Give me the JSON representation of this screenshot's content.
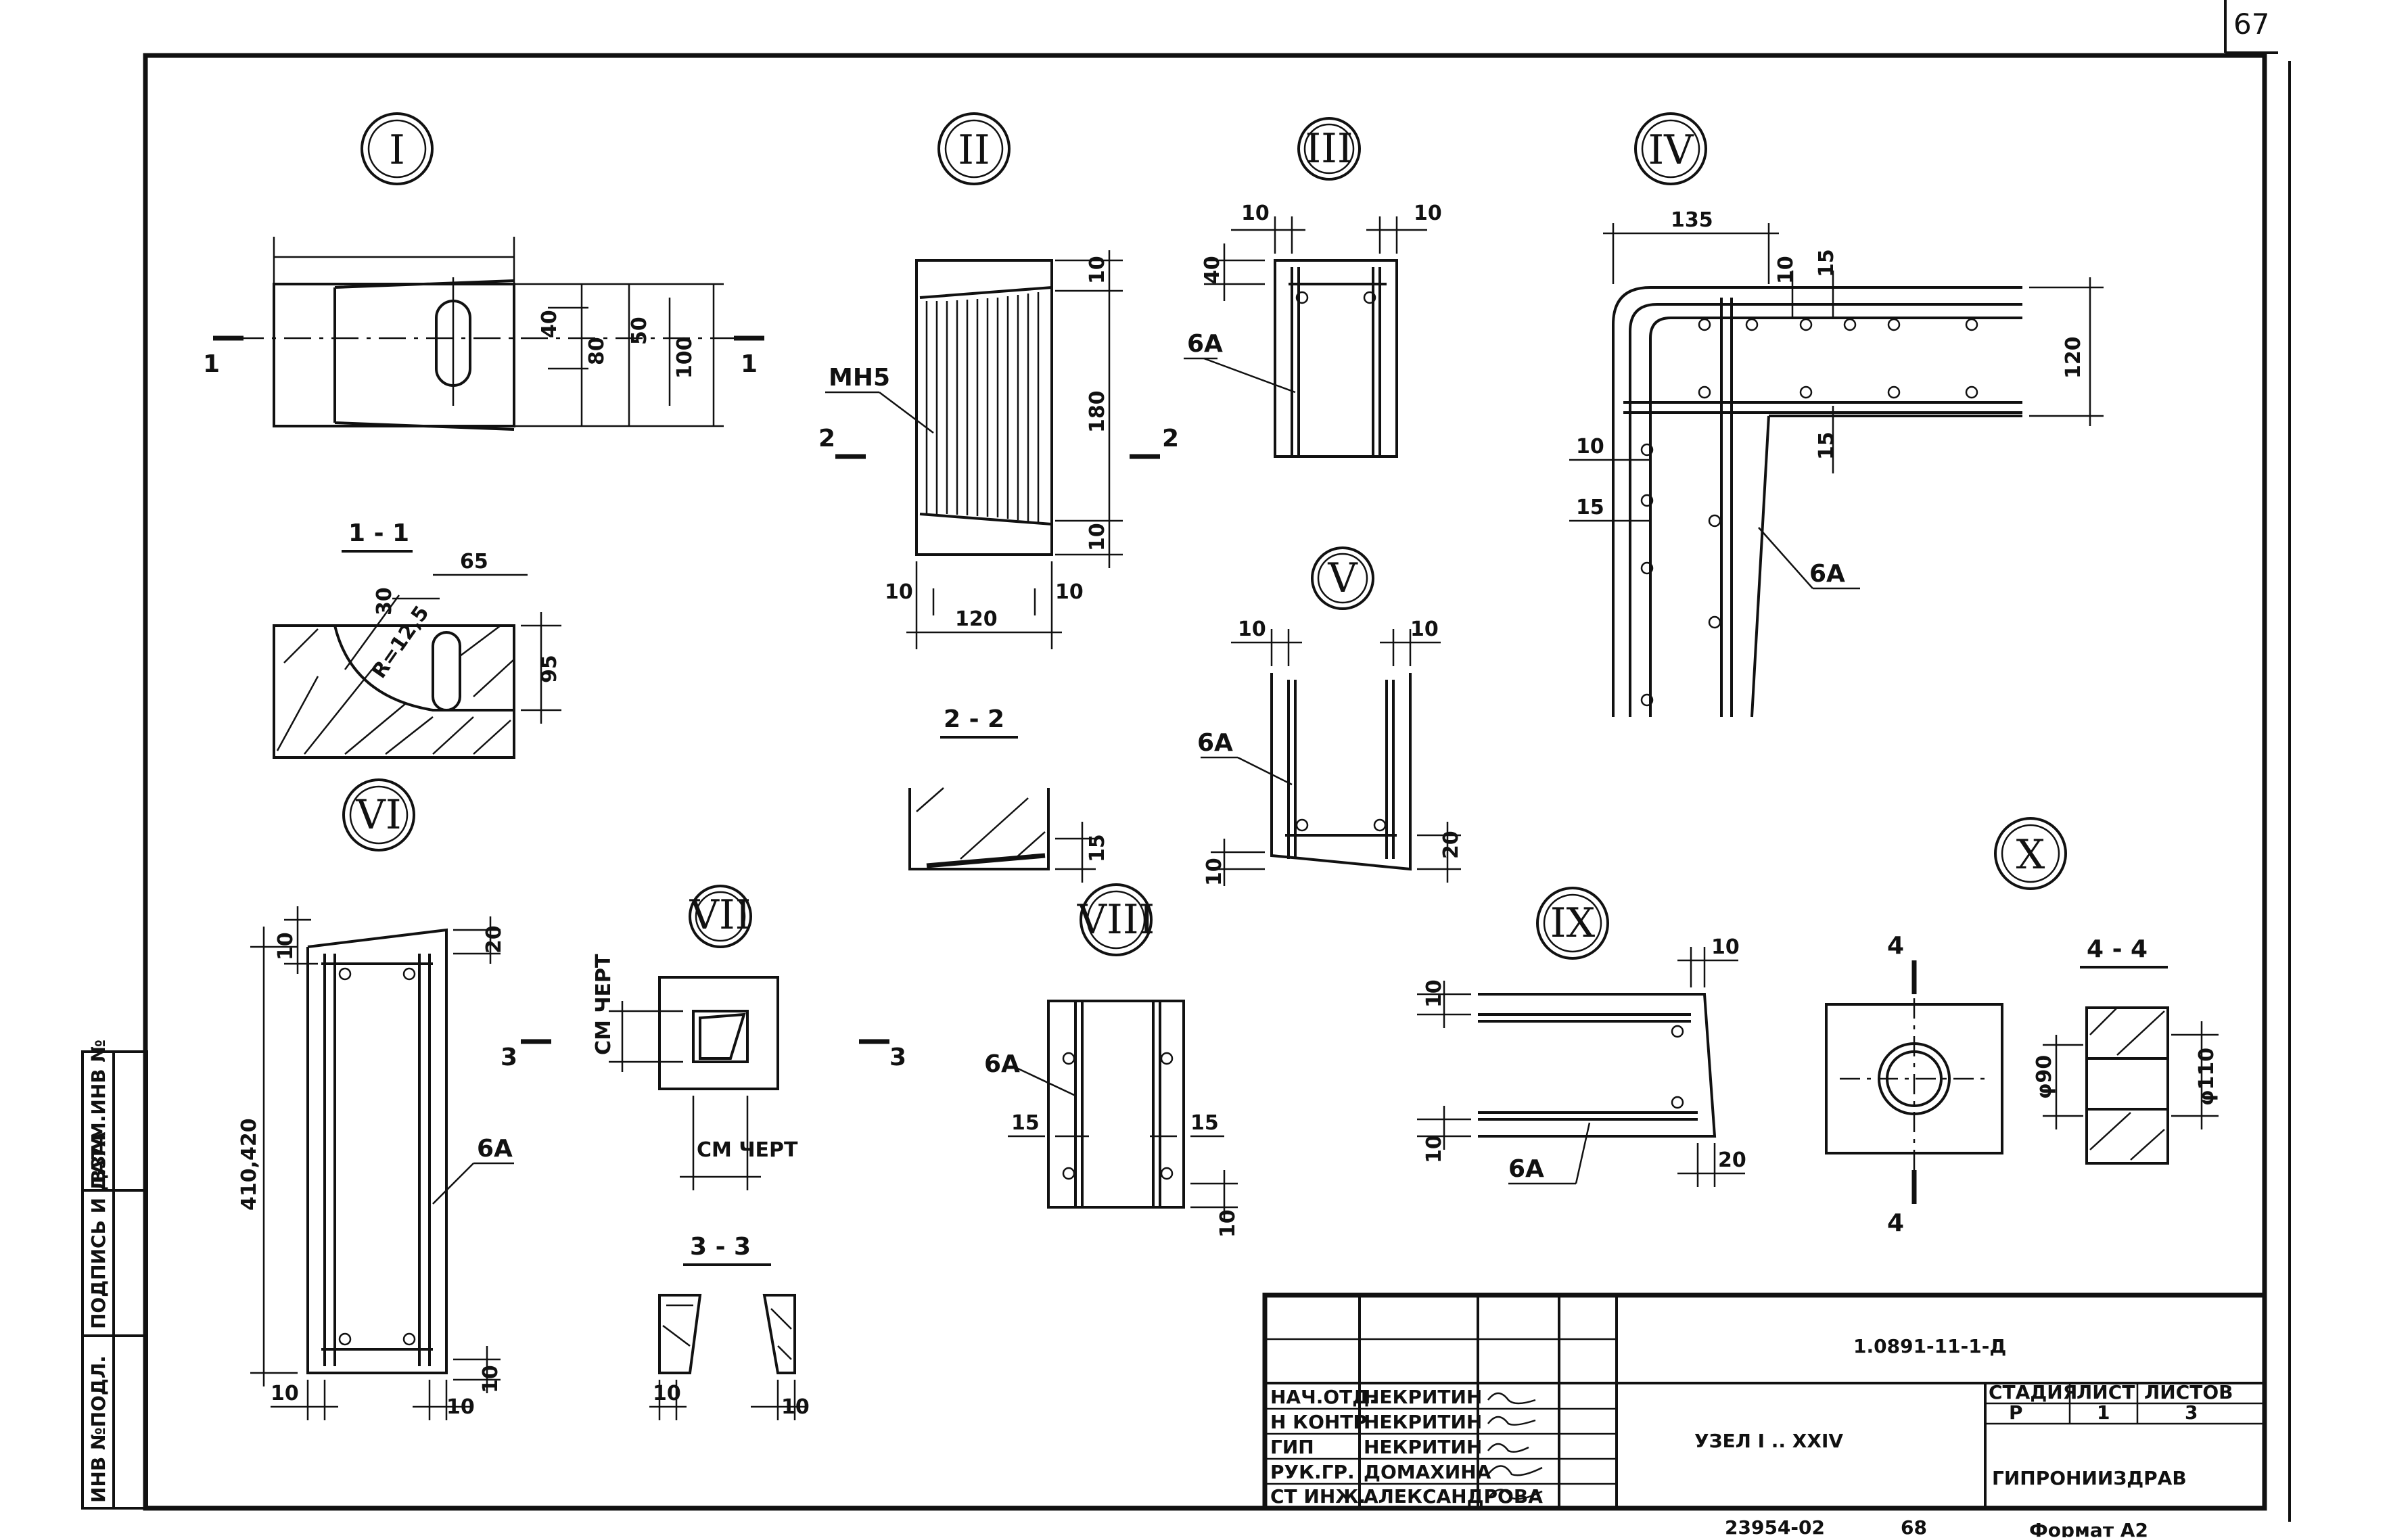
{
  "page_number": "67",
  "nodes": {
    "I": "I",
    "II": "II",
    "III": "III",
    "IV": "IV",
    "V": "V",
    "VI": "VI",
    "VII": "VII",
    "VIII": "VIII",
    "IX": "IX",
    "X": "X"
  },
  "sections": {
    "s11": "1 - 1",
    "s22": "2 - 2",
    "s33": "3 - 3",
    "s44": "4 - 4"
  },
  "cut_marks": {
    "c1": "1",
    "c2": "2",
    "c3": "3",
    "c4": "4"
  },
  "labels": {
    "mn5": "МН5",
    "ba": "6А",
    "radius": "R=12,5",
    "phi90": "φ90",
    "phi110": "φ110",
    "see_drawing": "СМ ЧЕРТ"
  },
  "dims": {
    "d10": "10",
    "d15": "15",
    "d20": "20",
    "d30": "30",
    "d40": "40",
    "d50": "50",
    "d65": "65",
    "d80": "80",
    "d95": "95",
    "d100": "100",
    "d120": "120",
    "d135": "135",
    "d180": "180",
    "d410_420": "410,420"
  },
  "side_stamp": {
    "col1": "ИНВ №ПОДЛ.",
    "col2": "ПОДПИСЬ И ДАТА",
    "col3": "ВЗАМ.ИНВ №"
  },
  "title_block": {
    "doc_code": "1.0891-11-1-Д",
    "title": "УЗЕЛ I .. XXIV",
    "stage_header": "СТАДИЯ",
    "sheet_header": "ЛИСТ",
    "sheets_header": "ЛИСТОВ",
    "stage": "Р",
    "sheet": "1",
    "sheets": "3",
    "org": "ГИПРОНИИЗДРАВ",
    "roles": [
      "НАЧ.ОТД.",
      "Н КОНТР",
      "ГИП",
      "РУК.ГР.",
      "СТ ИНЖ."
    ],
    "names": [
      "НЕКРИТИН",
      "НЕКРИТИН",
      "НЕКРИТИН",
      "ДОМАХИНА",
      "АЛЕКСАНДРОВА"
    ],
    "bottom_code": "23954-02",
    "bottom_num": "68",
    "format": "Формат А2"
  }
}
